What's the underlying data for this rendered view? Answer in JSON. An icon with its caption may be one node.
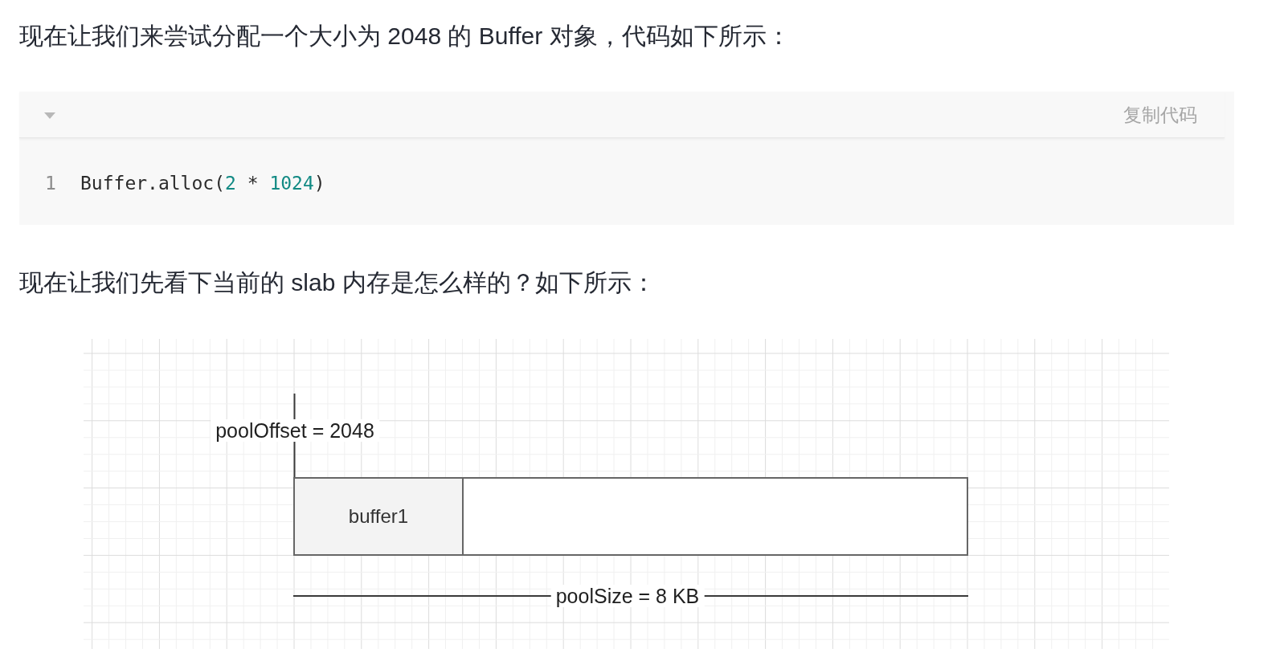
{
  "diagram": {
    "nodes": [
      {
        "text": [
          "buffer1"
        ]
      },
      {
        "text": [],
        "shape": "box"
      }
    ],
    "labels": [
      "现在让我们来尝试分配一个大小为 2048 的 Buffer 对象，代码如下所示：",
      "复制代码",
      "1",
      "Buffer.alloc(2 * 1024)",
      "现在让我们先看下当前的 slab 内存是怎么样的？如下所示：",
      "poolOffset = 2048",
      "poolSize = 8 KB"
    ]
  }
}
